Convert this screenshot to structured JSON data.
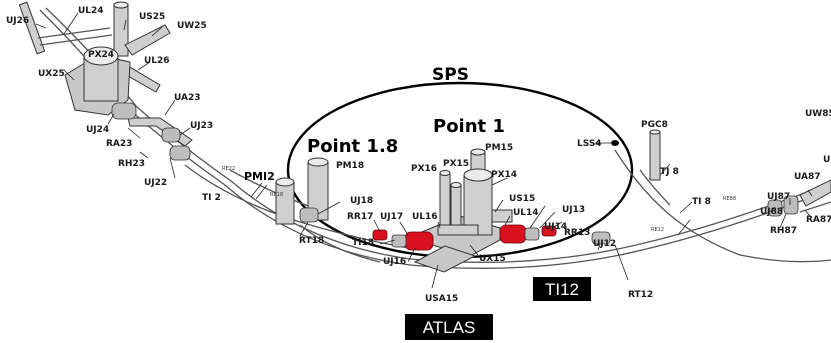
{
  "title_main": "SPS",
  "points": {
    "p1": "Point 1",
    "p18": "Point 1.8"
  },
  "boxes": {
    "atlas": "ATLAS",
    "ti12": "TI12"
  },
  "labels": {
    "UJ26": "UJ26",
    "UL24": "UL24",
    "US25": "US25",
    "UW25": "UW25",
    "PX24": "PX24",
    "UX25": "UX25",
    "UL26": "UL26",
    "UA23": "UA23",
    "UJ24": "UJ24",
    "UJ23": "UJ23",
    "RA23": "RA23",
    "RH23": "RH23",
    "UJ22": "UJ22",
    "RE22": "RE22",
    "PMI2": "PMI2",
    "RE18": "RE18",
    "TI2": "TI 2",
    "RT18": "RT18",
    "UJ18": "UJ18",
    "PM18": "PM18",
    "RR17": "RR17",
    "UJ17": "UJ17",
    "UL16": "UL16",
    "PX16": "PX16",
    "PX15": "PX15",
    "PM15": "PM15",
    "PX14": "PX14",
    "US15": "US15",
    "UL14": "UL14",
    "UJ13": "UJ13",
    "UJ14": "UJ14",
    "RR13": "RR13",
    "TI18": "TI18",
    "UJ16": "UJ16",
    "UX15": "UX15",
    "USA15": "USA15",
    "UJ12": "UJ12",
    "RT12": "RT12",
    "RE12": "RE12",
    "LSS4": "LSS4",
    "PGC8": "PGC8",
    "TJ8": "TJ 8",
    "TI8": "TI 8",
    "RE88": "RE88",
    "UJ88": "UJ88",
    "UJ87": "UJ87",
    "UA87": "UA87",
    "RA87": "RA87",
    "RH87": "RH87",
    "UW85": "UW85",
    "U": "U"
  }
}
